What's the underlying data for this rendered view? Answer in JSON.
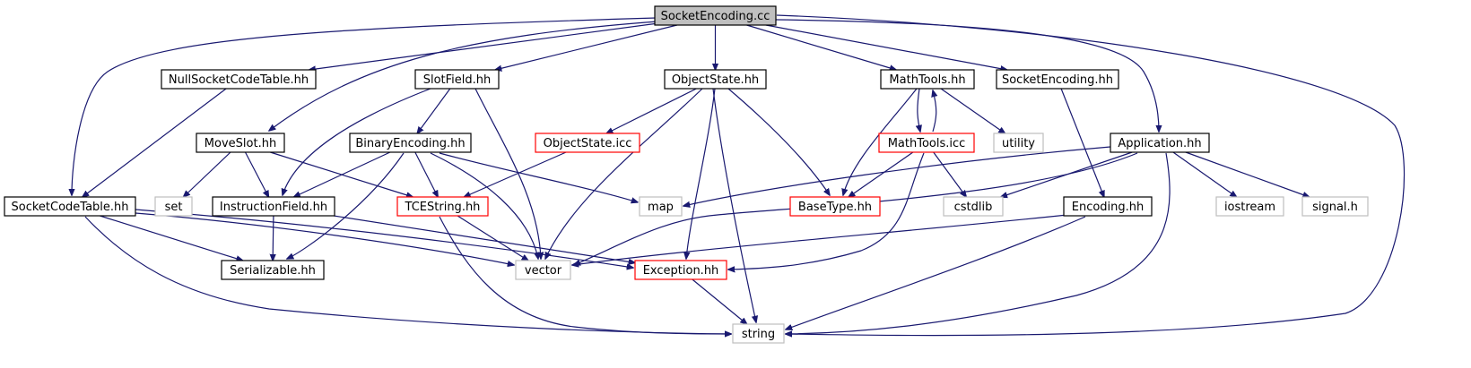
{
  "graph": {
    "nodes": [
      {
        "id": "socketencoding_cc",
        "label": "SocketEncoding.cc",
        "style": "root"
      },
      {
        "id": "nullsocketcodetable_hh",
        "label": "NullSocketCodeTable.hh",
        "style": "normal"
      },
      {
        "id": "slotfield_hh",
        "label": "SlotField.hh",
        "style": "normal"
      },
      {
        "id": "objectstate_hh",
        "label": "ObjectState.hh",
        "style": "normal"
      },
      {
        "id": "mathtools_hh",
        "label": "MathTools.hh",
        "style": "normal"
      },
      {
        "id": "socketencoding_hh",
        "label": "SocketEncoding.hh",
        "style": "normal"
      },
      {
        "id": "moveslot_hh",
        "label": "MoveSlot.hh",
        "style": "normal"
      },
      {
        "id": "binaryencoding_hh",
        "label": "BinaryEncoding.hh",
        "style": "normal"
      },
      {
        "id": "objectstate_icc",
        "label": "ObjectState.icc",
        "style": "truncated"
      },
      {
        "id": "mathtools_icc",
        "label": "MathTools.icc",
        "style": "truncated"
      },
      {
        "id": "utility",
        "label": "utility",
        "style": "system"
      },
      {
        "id": "application_hh",
        "label": "Application.hh",
        "style": "normal"
      },
      {
        "id": "socketcodetable_hh",
        "label": "SocketCodeTable.hh",
        "style": "normal"
      },
      {
        "id": "set",
        "label": "set",
        "style": "system"
      },
      {
        "id": "instructionfield_hh",
        "label": "InstructionField.hh",
        "style": "normal"
      },
      {
        "id": "tcestring_hh",
        "label": "TCEString.hh",
        "style": "truncated"
      },
      {
        "id": "map",
        "label": "map",
        "style": "system"
      },
      {
        "id": "basetype_hh",
        "label": "BaseType.hh",
        "style": "truncated"
      },
      {
        "id": "cstdlib",
        "label": "cstdlib",
        "style": "system"
      },
      {
        "id": "encoding_hh",
        "label": "Encoding.hh",
        "style": "normal"
      },
      {
        "id": "iostream",
        "label": "iostream",
        "style": "system"
      },
      {
        "id": "signal_h",
        "label": "signal.h",
        "style": "system"
      },
      {
        "id": "serializable_hh",
        "label": "Serializable.hh",
        "style": "normal"
      },
      {
        "id": "vector",
        "label": "vector",
        "style": "system"
      },
      {
        "id": "exception_hh",
        "label": "Exception.hh",
        "style": "truncated"
      },
      {
        "id": "string",
        "label": "string",
        "style": "system"
      }
    ],
    "edges": [
      [
        "socketencoding_cc",
        "nullsocketcodetable_hh"
      ],
      [
        "socketencoding_cc",
        "slotfield_hh"
      ],
      [
        "socketencoding_cc",
        "objectstate_hh"
      ],
      [
        "socketencoding_cc",
        "mathtools_hh"
      ],
      [
        "socketencoding_cc",
        "socketencoding_hh"
      ],
      [
        "socketencoding_cc",
        "moveslot_hh"
      ],
      [
        "socketencoding_cc",
        "socketcodetable_hh"
      ],
      [
        "socketencoding_cc",
        "application_hh"
      ],
      [
        "socketencoding_cc",
        "string"
      ],
      [
        "nullsocketcodetable_hh",
        "socketcodetable_hh"
      ],
      [
        "slotfield_hh",
        "binaryencoding_hh"
      ],
      [
        "slotfield_hh",
        "instructionfield_hh"
      ],
      [
        "slotfield_hh",
        "vector"
      ],
      [
        "objectstate_hh",
        "objectstate_icc"
      ],
      [
        "objectstate_hh",
        "vector"
      ],
      [
        "objectstate_hh",
        "basetype_hh"
      ],
      [
        "objectstate_hh",
        "exception_hh"
      ],
      [
        "objectstate_hh",
        "string"
      ],
      [
        "mathtools_hh",
        "mathtools_icc"
      ],
      [
        "mathtools_hh",
        "utility"
      ],
      [
        "mathtools_hh",
        "basetype_hh"
      ],
      [
        "mathtools_icc",
        "mathtools_hh"
      ],
      [
        "mathtools_icc",
        "basetype_hh"
      ],
      [
        "mathtools_icc",
        "cstdlib"
      ],
      [
        "mathtools_icc",
        "exception_hh"
      ],
      [
        "socketencoding_hh",
        "encoding_hh"
      ],
      [
        "moveslot_hh",
        "set"
      ],
      [
        "moveslot_hh",
        "instructionfield_hh"
      ],
      [
        "moveslot_hh",
        "tcestring_hh"
      ],
      [
        "binaryencoding_hh",
        "instructionfield_hh"
      ],
      [
        "binaryencoding_hh",
        "tcestring_hh"
      ],
      [
        "binaryencoding_hh",
        "map"
      ],
      [
        "binaryencoding_hh",
        "vector"
      ],
      [
        "binaryencoding_hh",
        "serializable_hh"
      ],
      [
        "objectstate_icc",
        "tcestring_hh"
      ],
      [
        "application_hh",
        "map"
      ],
      [
        "application_hh",
        "cstdlib"
      ],
      [
        "application_hh",
        "iostream"
      ],
      [
        "application_hh",
        "signal_h"
      ],
      [
        "application_hh",
        "vector"
      ],
      [
        "application_hh",
        "string"
      ],
      [
        "socketcodetable_hh",
        "serializable_hh"
      ],
      [
        "socketcodetable_hh",
        "vector"
      ],
      [
        "socketcodetable_hh",
        "exception_hh"
      ],
      [
        "socketcodetable_hh",
        "string"
      ],
      [
        "instructionfield_hh",
        "serializable_hh"
      ],
      [
        "instructionfield_hh",
        "exception_hh"
      ],
      [
        "tcestring_hh",
        "vector"
      ],
      [
        "tcestring_hh",
        "string"
      ],
      [
        "encoding_hh",
        "vector"
      ],
      [
        "encoding_hh",
        "string"
      ],
      [
        "exception_hh",
        "string"
      ]
    ],
    "colors": {
      "edge": "#191970",
      "node_border": "#000000",
      "truncated_border": "#ff0000",
      "system_border": "#bfbfbf",
      "root_fill": "#bfbfbf",
      "background": "#ffffff"
    }
  }
}
